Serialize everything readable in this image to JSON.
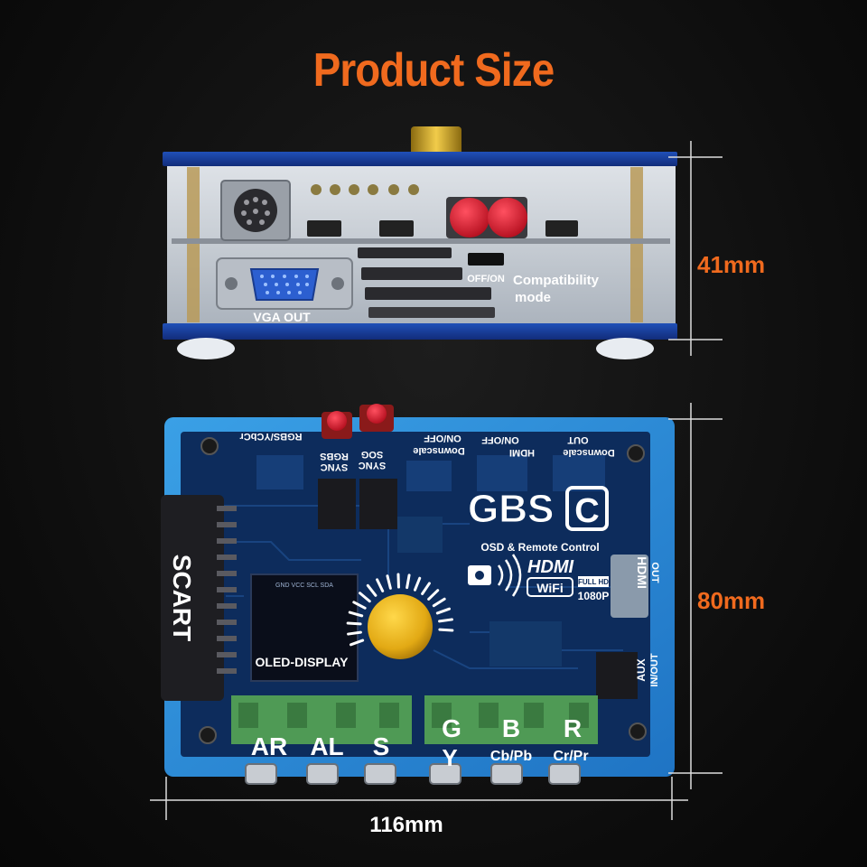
{
  "title": "Product Size",
  "dimensions": {
    "height": "41mm",
    "depth": "80mm",
    "width": "116mm"
  },
  "front_panel": {
    "vga_label": "VGA OUT",
    "switch_label": "OFF/ON",
    "compat_label_1": "Compatibility",
    "compat_label_2": "mode"
  },
  "board": {
    "brand": "GBS",
    "brand_badge": "C",
    "tagline": "OSD & Remote Control",
    "hdmi_logo": "HDMI",
    "wifi_logo": "WiFi",
    "full_hd": "FULL HD",
    "res": "1080P",
    "scart": "SCART",
    "oled": "OLED-DISPLAY",
    "oled_small": "GND VCC SCL SDA",
    "hdmi_out_1": "HDMI",
    "hdmi_out_2": "OUT",
    "aux_1": "AUX",
    "aux_2": "IN/OUT",
    "rgbs_sync_1": "RGBS",
    "rgbs_sync_2": "SYNC",
    "sog_sync_1": "SOG",
    "sog_sync_2": "SYNC",
    "top_rgbs": "RGBS/YCbCr",
    "top_downscale_1": "Downscale",
    "top_onoff_1": "ON/OFF",
    "top_hdmi": "HDMI",
    "top_onoff_2": "ON/OFF",
    "top_downscale_2": "Downscale",
    "top_out": "OUT",
    "ports": {
      "ar": "AR",
      "al": "AL",
      "s": "S",
      "g": "G",
      "y": "Y",
      "b": "B",
      "cbpb": "Cb/Pb",
      "r": "R",
      "crpr": "Cr/Pr"
    }
  },
  "colors": {
    "accent": "#f06a1e",
    "case_blue": "#2e8fd6",
    "pcb": "#0c2a55",
    "knob": "#e6b21c",
    "red_button": "#d9162a",
    "terminal_green": "#4f9a55"
  }
}
